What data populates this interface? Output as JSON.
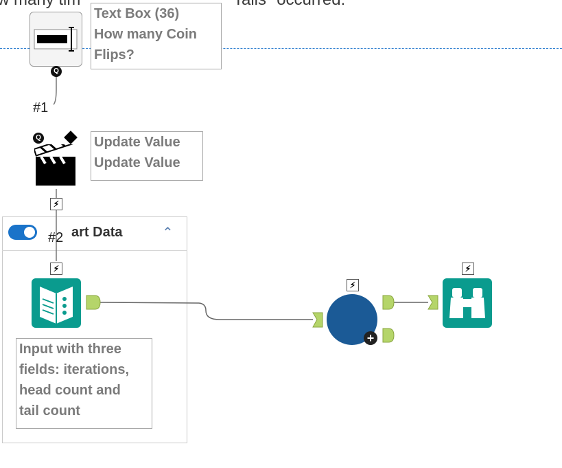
{
  "canvas": {
    "top_text_left": "w many tim",
    "top_text_right": "Tails\" occurred."
  },
  "annotations": {
    "text_box": [
      "Text Box (36)",
      "How many Coin",
      "Flips?"
    ],
    "update_value": [
      "Update Value",
      "Update Value"
    ],
    "input_desc": [
      "Input with three",
      "fields: iterations,",
      "head count and",
      "tail count"
    ]
  },
  "connection_labels": {
    "first": "#1",
    "second": "#2"
  },
  "container": {
    "title": "art Data",
    "toggle_on": true
  },
  "colors": {
    "accent": "#1a73c9",
    "tool_teal": "#0a9b8e",
    "anchor_green": "#b5d56a",
    "dashed_line": "#2f7fd0",
    "summarize_blue": "#1b5a96"
  },
  "icons": {
    "text_input": "text-box-tool-icon",
    "action": "clapperboard-icon",
    "input": "book-input-icon",
    "summarize": "blue-circle-icon",
    "browse": "binoculars-icon",
    "bolt": "lightning-bolt-icon",
    "question_anchor": "q-anchor-icon"
  }
}
